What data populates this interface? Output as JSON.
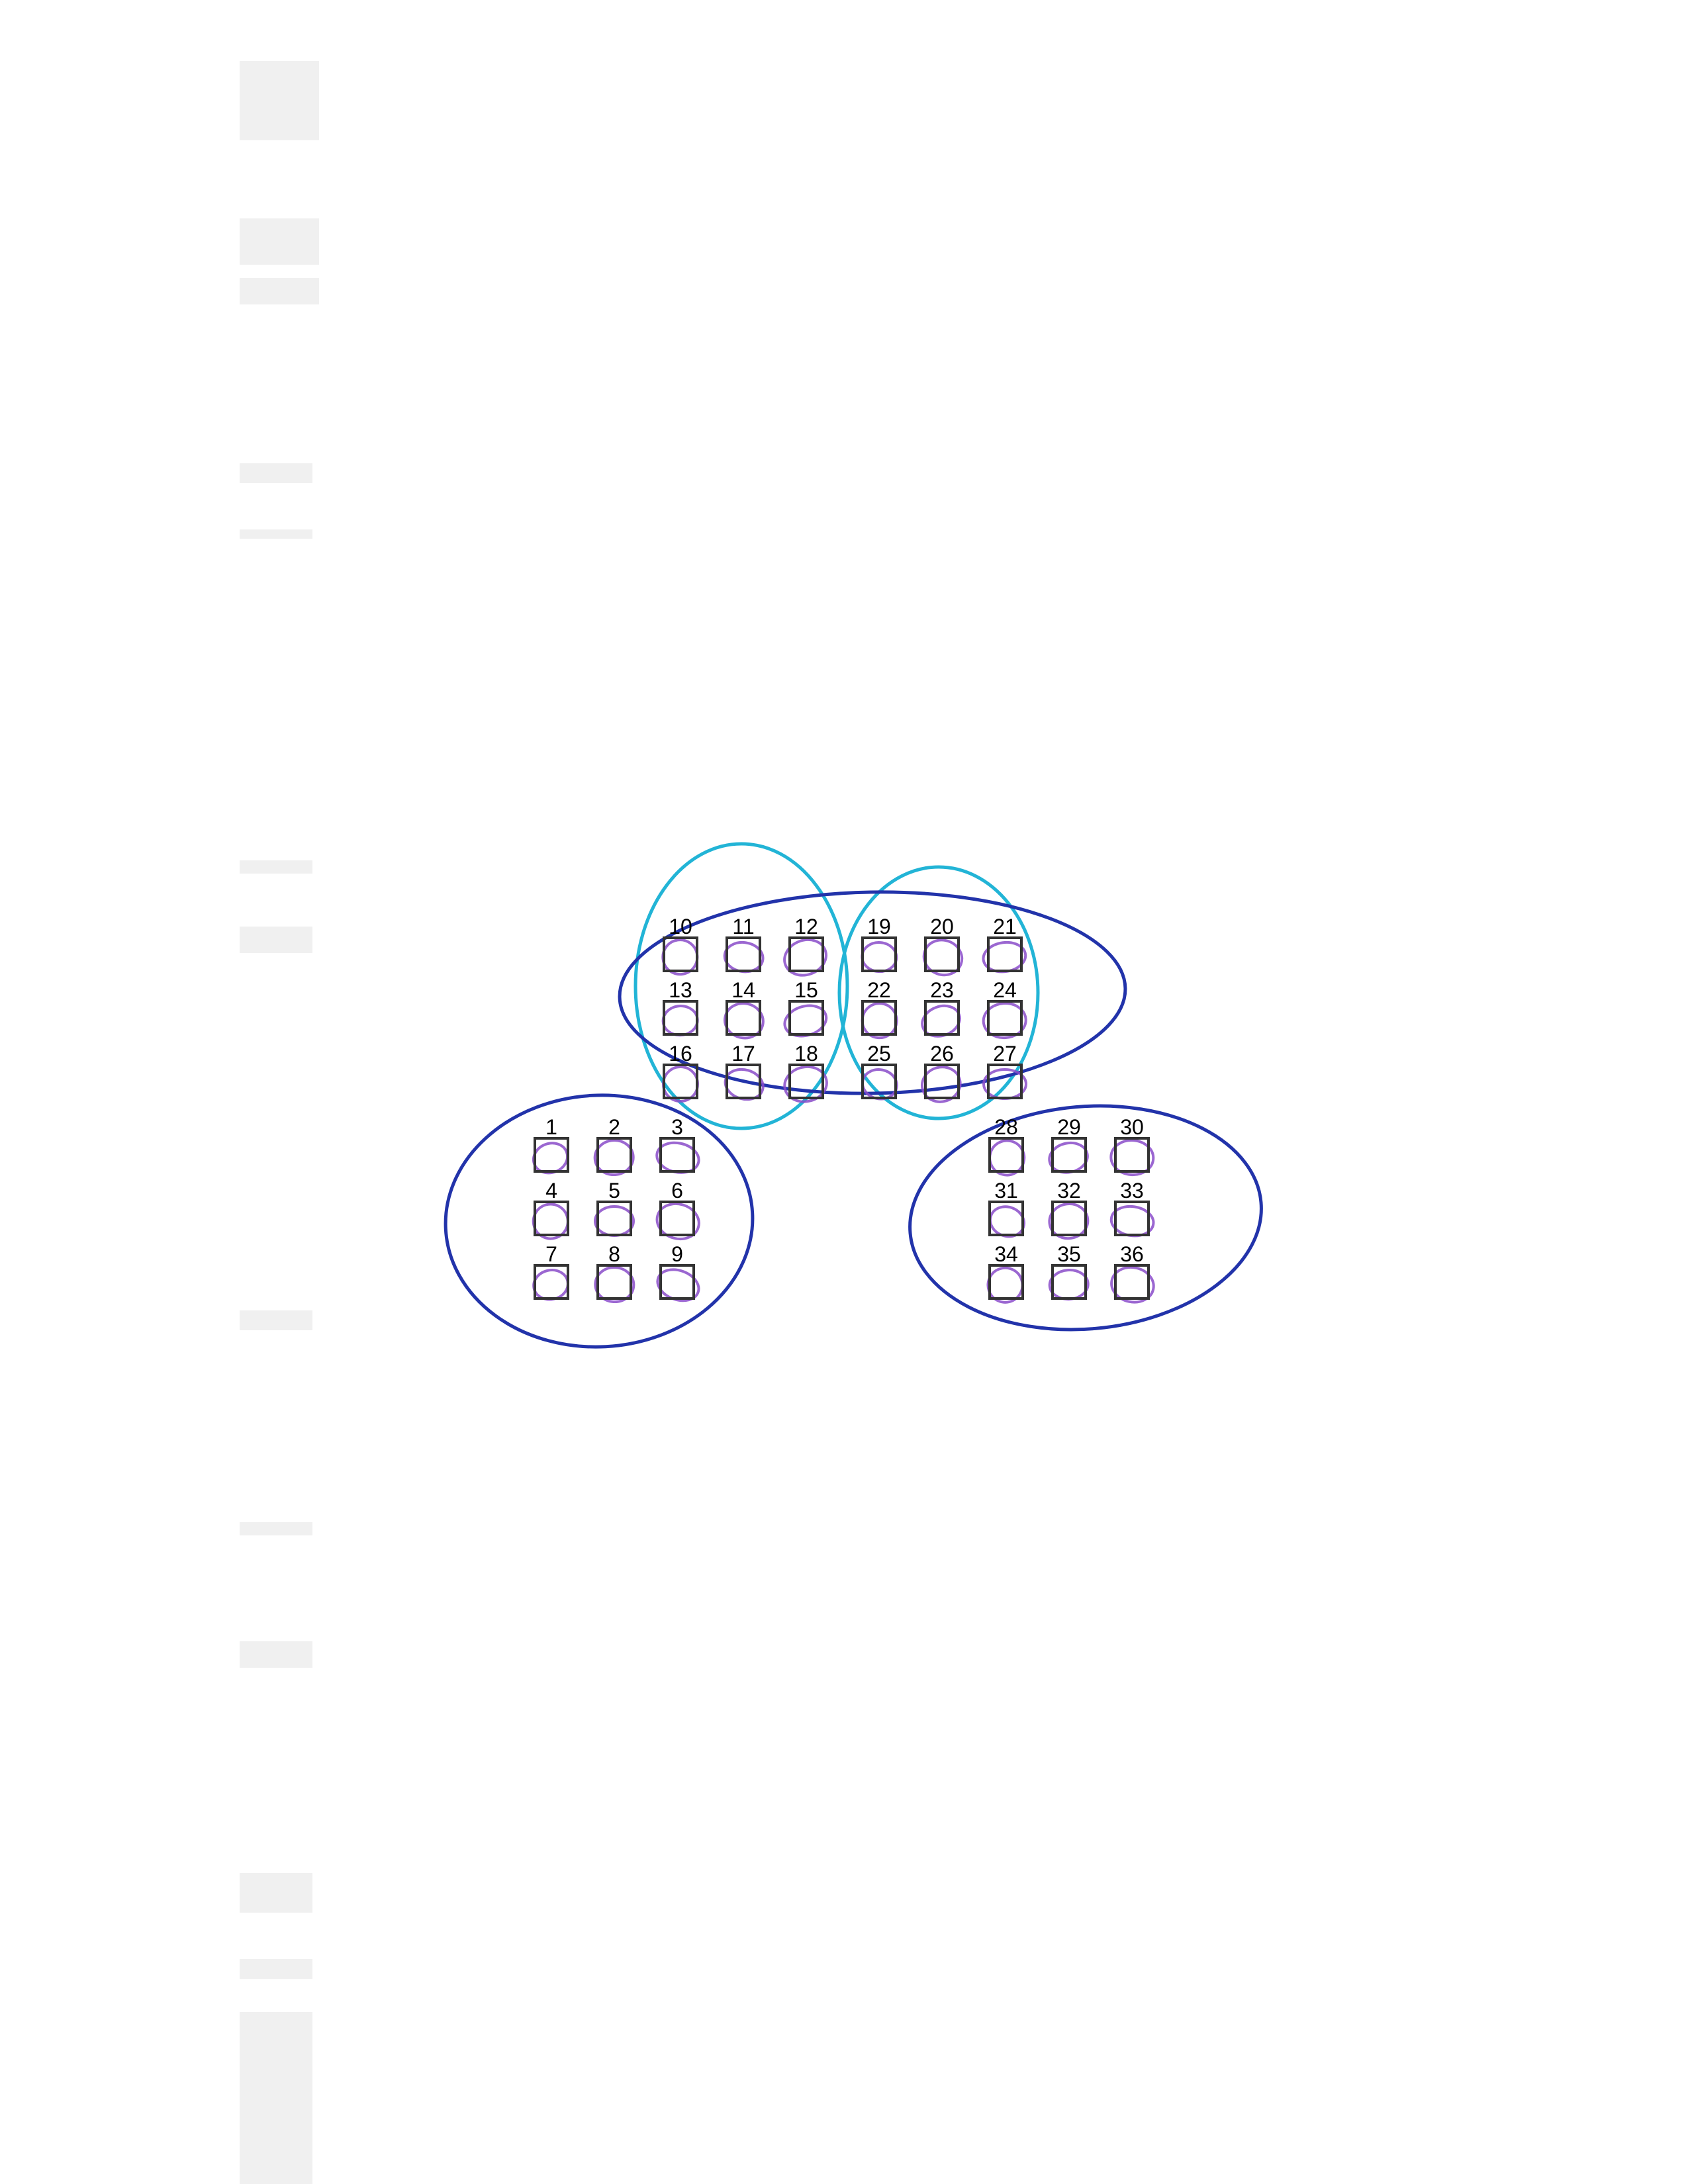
{
  "page": {
    "background_color": "#ffffff",
    "shadow_color": "#f0f0f0"
  },
  "colors": {
    "box_stroke": "#333333",
    "label": "#000000",
    "group_outline": "#2233aa",
    "subgroup_outline": "#22b4d6",
    "mark": "#8a4cc9"
  },
  "diagram": {
    "groups": [
      {
        "id": "bottom-left",
        "boxes": [
          "1",
          "2",
          "3",
          "4",
          "5",
          "6",
          "7",
          "8",
          "9"
        ],
        "outline": "group_outline"
      },
      {
        "id": "top",
        "boxes": [
          "10",
          "11",
          "12",
          "13",
          "14",
          "15",
          "16",
          "17",
          "18",
          "19",
          "20",
          "21",
          "22",
          "23",
          "24",
          "25",
          "26",
          "27"
        ],
        "outline": "group_outline"
      },
      {
        "id": "bottom-right",
        "boxes": [
          "28",
          "29",
          "30",
          "31",
          "32",
          "33",
          "34",
          "35",
          "36"
        ],
        "outline": "group_outline"
      }
    ],
    "subgroups": [
      {
        "id": "top-left-block",
        "boxes": [
          "10",
          "11",
          "12",
          "13",
          "14",
          "15",
          "16",
          "17",
          "18"
        ],
        "outline": "subgroup_outline"
      },
      {
        "id": "top-right-block",
        "boxes": [
          "19",
          "20",
          "21",
          "22",
          "23",
          "24",
          "25",
          "26",
          "27"
        ],
        "outline": "subgroup_outline"
      }
    ]
  }
}
